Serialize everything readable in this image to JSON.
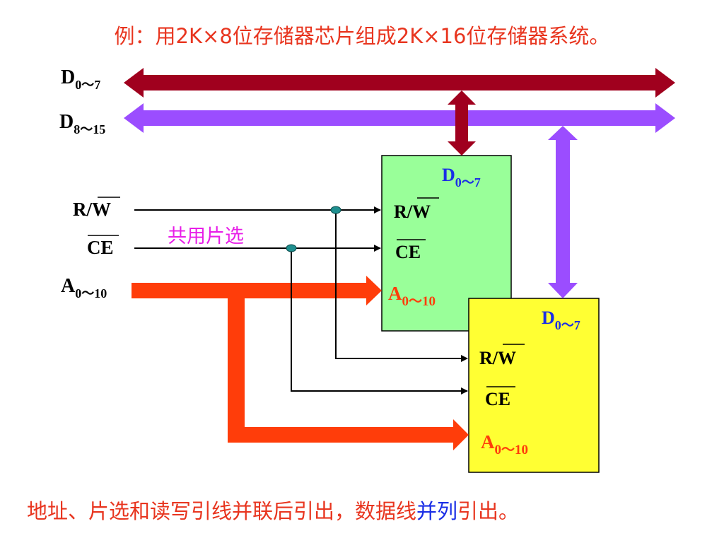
{
  "title": "例：用2K×8位存储器芯片组成2K×16位存储器系统。",
  "footer": {
    "part1": "地址、片选和读写引线并联后引出，数据线",
    "highlight": "并列",
    "part2": "引出。"
  },
  "buses": {
    "low": {
      "base": "D",
      "sub": "0～7"
    },
    "high": {
      "base": "D",
      "sub": "8～15"
    }
  },
  "signals": {
    "rw": {
      "prefix": "R/",
      "bar": "W"
    },
    "ce": {
      "bar": "CE"
    },
    "addr": {
      "base": "A",
      "sub": "0～10"
    }
  },
  "shared_select_label": "共用片选",
  "chip1": {
    "data": {
      "base": "D",
      "sub": "0～7"
    },
    "rw": {
      "prefix": "R/",
      "bar": "W"
    },
    "ce": {
      "bar": "CE"
    },
    "addr": {
      "base": "A",
      "sub": "0～10"
    }
  },
  "chip2": {
    "data": {
      "base": "D",
      "sub": "0～7"
    },
    "rw": {
      "prefix": "R/",
      "bar": "W"
    },
    "ce": {
      "bar": "CE"
    },
    "addr": {
      "base": "A",
      "sub": "0～10"
    }
  },
  "colors": {
    "title": "#e8351f",
    "bus_low": "#a0001e",
    "bus_high": "#9b4dff",
    "address": "#ff3d0a",
    "chip1_fill": "#99ff99",
    "chip2_fill": "#ffff33",
    "shared_select": "#e81ee8",
    "chip_data_label": "#1a2ee6",
    "junction": "#1f8f8f"
  }
}
